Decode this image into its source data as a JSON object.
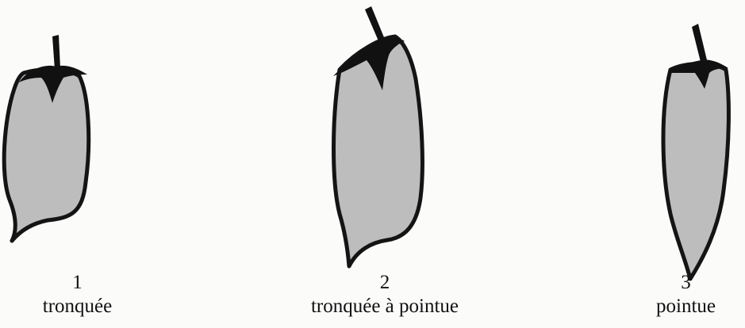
{
  "figures": [
    {
      "number": "1",
      "label": "tronquée"
    },
    {
      "number": "2",
      "label": "tronquée à pointue"
    },
    {
      "number": "3",
      "label": "pointue"
    }
  ],
  "colors": {
    "pod_fill": "#bdbdbd",
    "outline": "#141414",
    "calyx": "#111111",
    "background": "#fbfbfa"
  }
}
